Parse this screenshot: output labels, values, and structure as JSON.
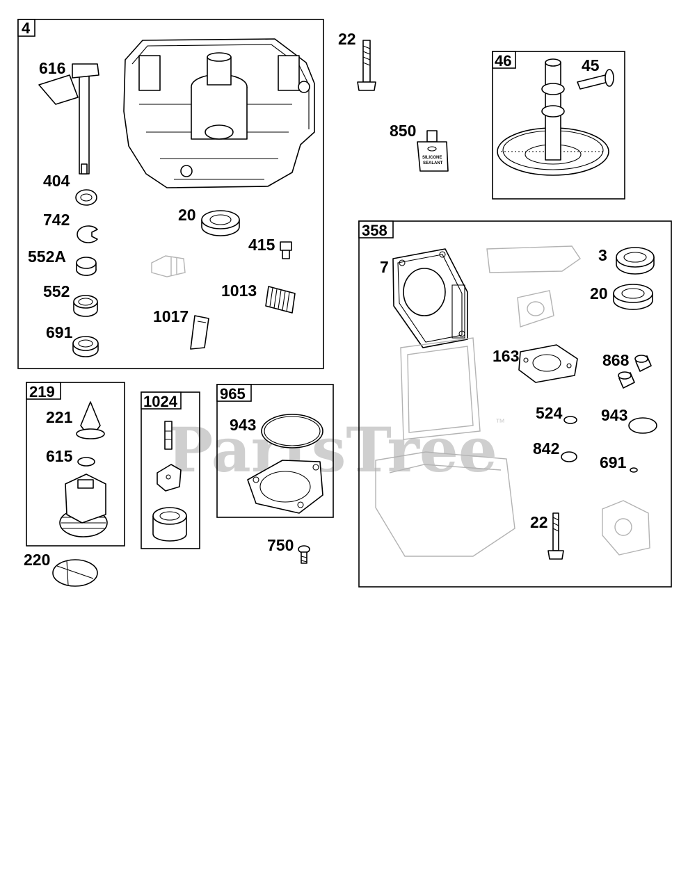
{
  "diagram": {
    "watermark": "PartsTree",
    "watermark_mark": "™",
    "sealant_tube_text": [
      "SILICONE",
      "SEALANT"
    ],
    "groups": {
      "g4": "4",
      "g46": "46",
      "g358": "358",
      "g219": "219",
      "g1024": "1024",
      "g965": "965"
    },
    "callouts": {
      "c616": "616",
      "c404": "404",
      "c742": "742",
      "c552a": "552A",
      "c552": "552",
      "c691a": "691",
      "c20a": "20",
      "c415": "415",
      "c1013": "1013",
      "c1017": "1017",
      "c22a": "22",
      "c850": "850",
      "c45": "45",
      "c7": "7",
      "c3": "3",
      "c20b": "20",
      "c163": "163",
      "c868": "868",
      "c524": "524",
      "c943b": "943",
      "c842": "842",
      "c691b": "691",
      "c22b": "22",
      "c221": "221",
      "c615": "615",
      "c220": "220",
      "c943a": "943",
      "c750": "750"
    }
  }
}
